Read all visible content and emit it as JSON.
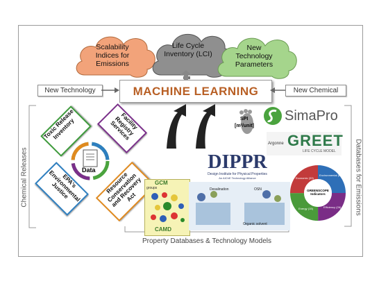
{
  "clouds": [
    {
      "text": "Scalability Indices for Emissions",
      "color": "#f2a37a"
    },
    {
      "text": "Life Cycle Inventory (LCI)",
      "color": "#8f8f8f"
    },
    {
      "text": "New Technology Parameters",
      "color": "#a5d58c"
    }
  ],
  "labels": {
    "ml": "MACHINE LEARNING",
    "new_technology": "New Technology",
    "new_chemical": "New Chemical",
    "chemical_releases": "Chemical Releases",
    "databases_emissions": "Databases for Emissions",
    "property_databases": "Property Databases & Technology Models"
  },
  "chemical_boxes": [
    {
      "text": "Toxic Release Inventory",
      "color": "#3c9a3a"
    },
    {
      "text": "Facility Registry Services",
      "color": "#7a2f8a"
    },
    {
      "text": "EPA's Environmental Justice",
      "color": "#2e7fc0"
    },
    {
      "text": "Resource Conservation and Recovery Act",
      "color": "#e08a1f"
    }
  ],
  "data_label": "Data",
  "tools": {
    "spi_line1": "SPI",
    "spi_line2": "[m²/unit]",
    "simapro": "SimaPro",
    "greet": "GREET",
    "greet_sub": "LIFE CYCLE MODEL",
    "argonne": "Argonne",
    "dippr": "DIPPR",
    "dippr_sub1": "Design Institute for Physical Properties",
    "dippr_sub2": "An AIChE Technology Alliance",
    "gcm": "GCM",
    "groups": "groups",
    "camd": "CAMD",
    "desalination": "Desalination",
    "osn": "OSN",
    "organic_solvent": "Organic solvent",
    "greenscope_center1": "GREENSCOPE",
    "greenscope_center2": "Indicators"
  },
  "greenscope": [
    {
      "label": "Environmental",
      "count": "(66)",
      "color": "#2e6fb7"
    },
    {
      "label": "Efficiency",
      "count": "(26)",
      "color": "#7a2d86"
    },
    {
      "label": "Economic",
      "count": "(33)",
      "color": "#c23b3b"
    },
    {
      "label": "Energy",
      "count": "(15)",
      "color": "#4a9a3a"
    }
  ]
}
